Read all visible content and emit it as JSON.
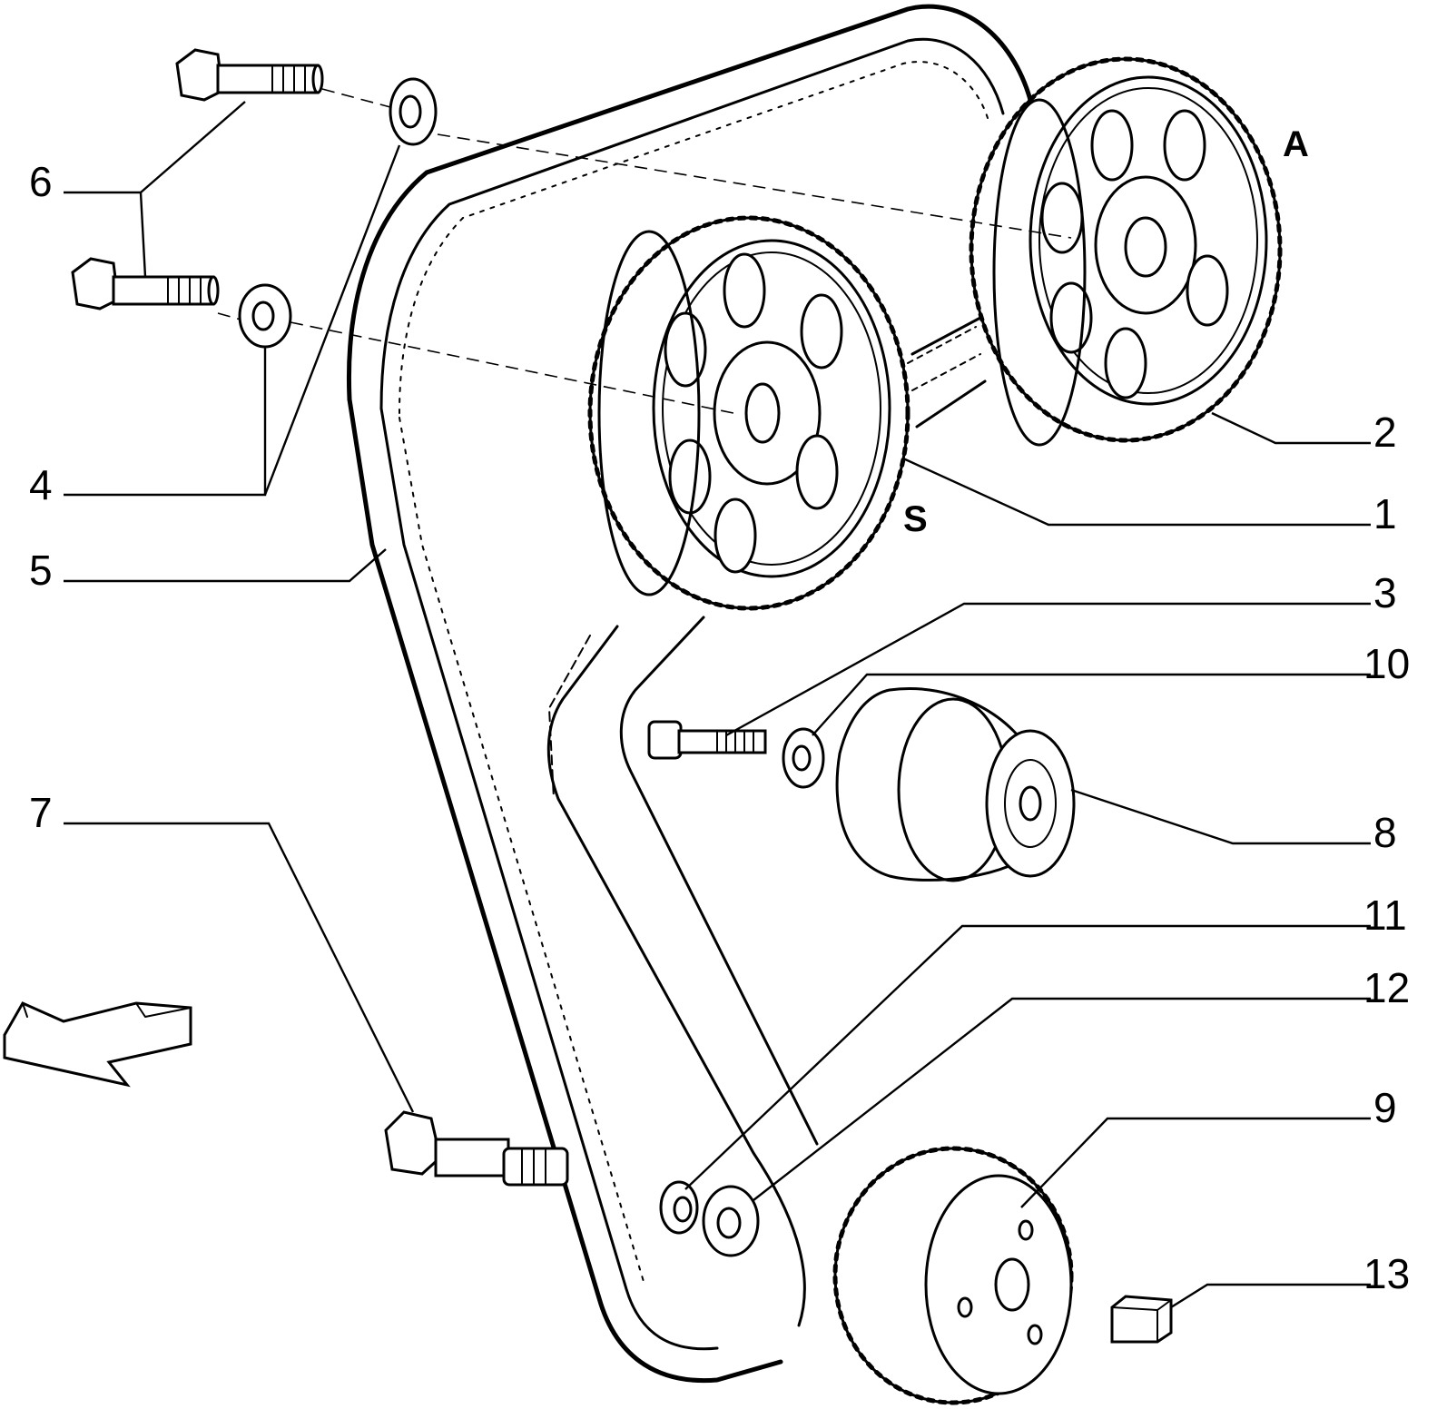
{
  "diagram": {
    "callouts": [
      {
        "id": "callout-1",
        "label": "1"
      },
      {
        "id": "callout-2",
        "label": "2"
      },
      {
        "id": "callout-3",
        "label": "3"
      },
      {
        "id": "callout-4",
        "label": "4"
      },
      {
        "id": "callout-5",
        "label": "5"
      },
      {
        "id": "callout-6",
        "label": "6"
      },
      {
        "id": "callout-7",
        "label": "7"
      },
      {
        "id": "callout-8",
        "label": "8"
      },
      {
        "id": "callout-9",
        "label": "9"
      },
      {
        "id": "callout-10",
        "label": "10"
      },
      {
        "id": "callout-11",
        "label": "11"
      },
      {
        "id": "callout-12",
        "label": "12"
      },
      {
        "id": "callout-13",
        "label": "13"
      }
    ],
    "markers": {
      "pulley_a": "A",
      "pulley_s": "S"
    }
  }
}
